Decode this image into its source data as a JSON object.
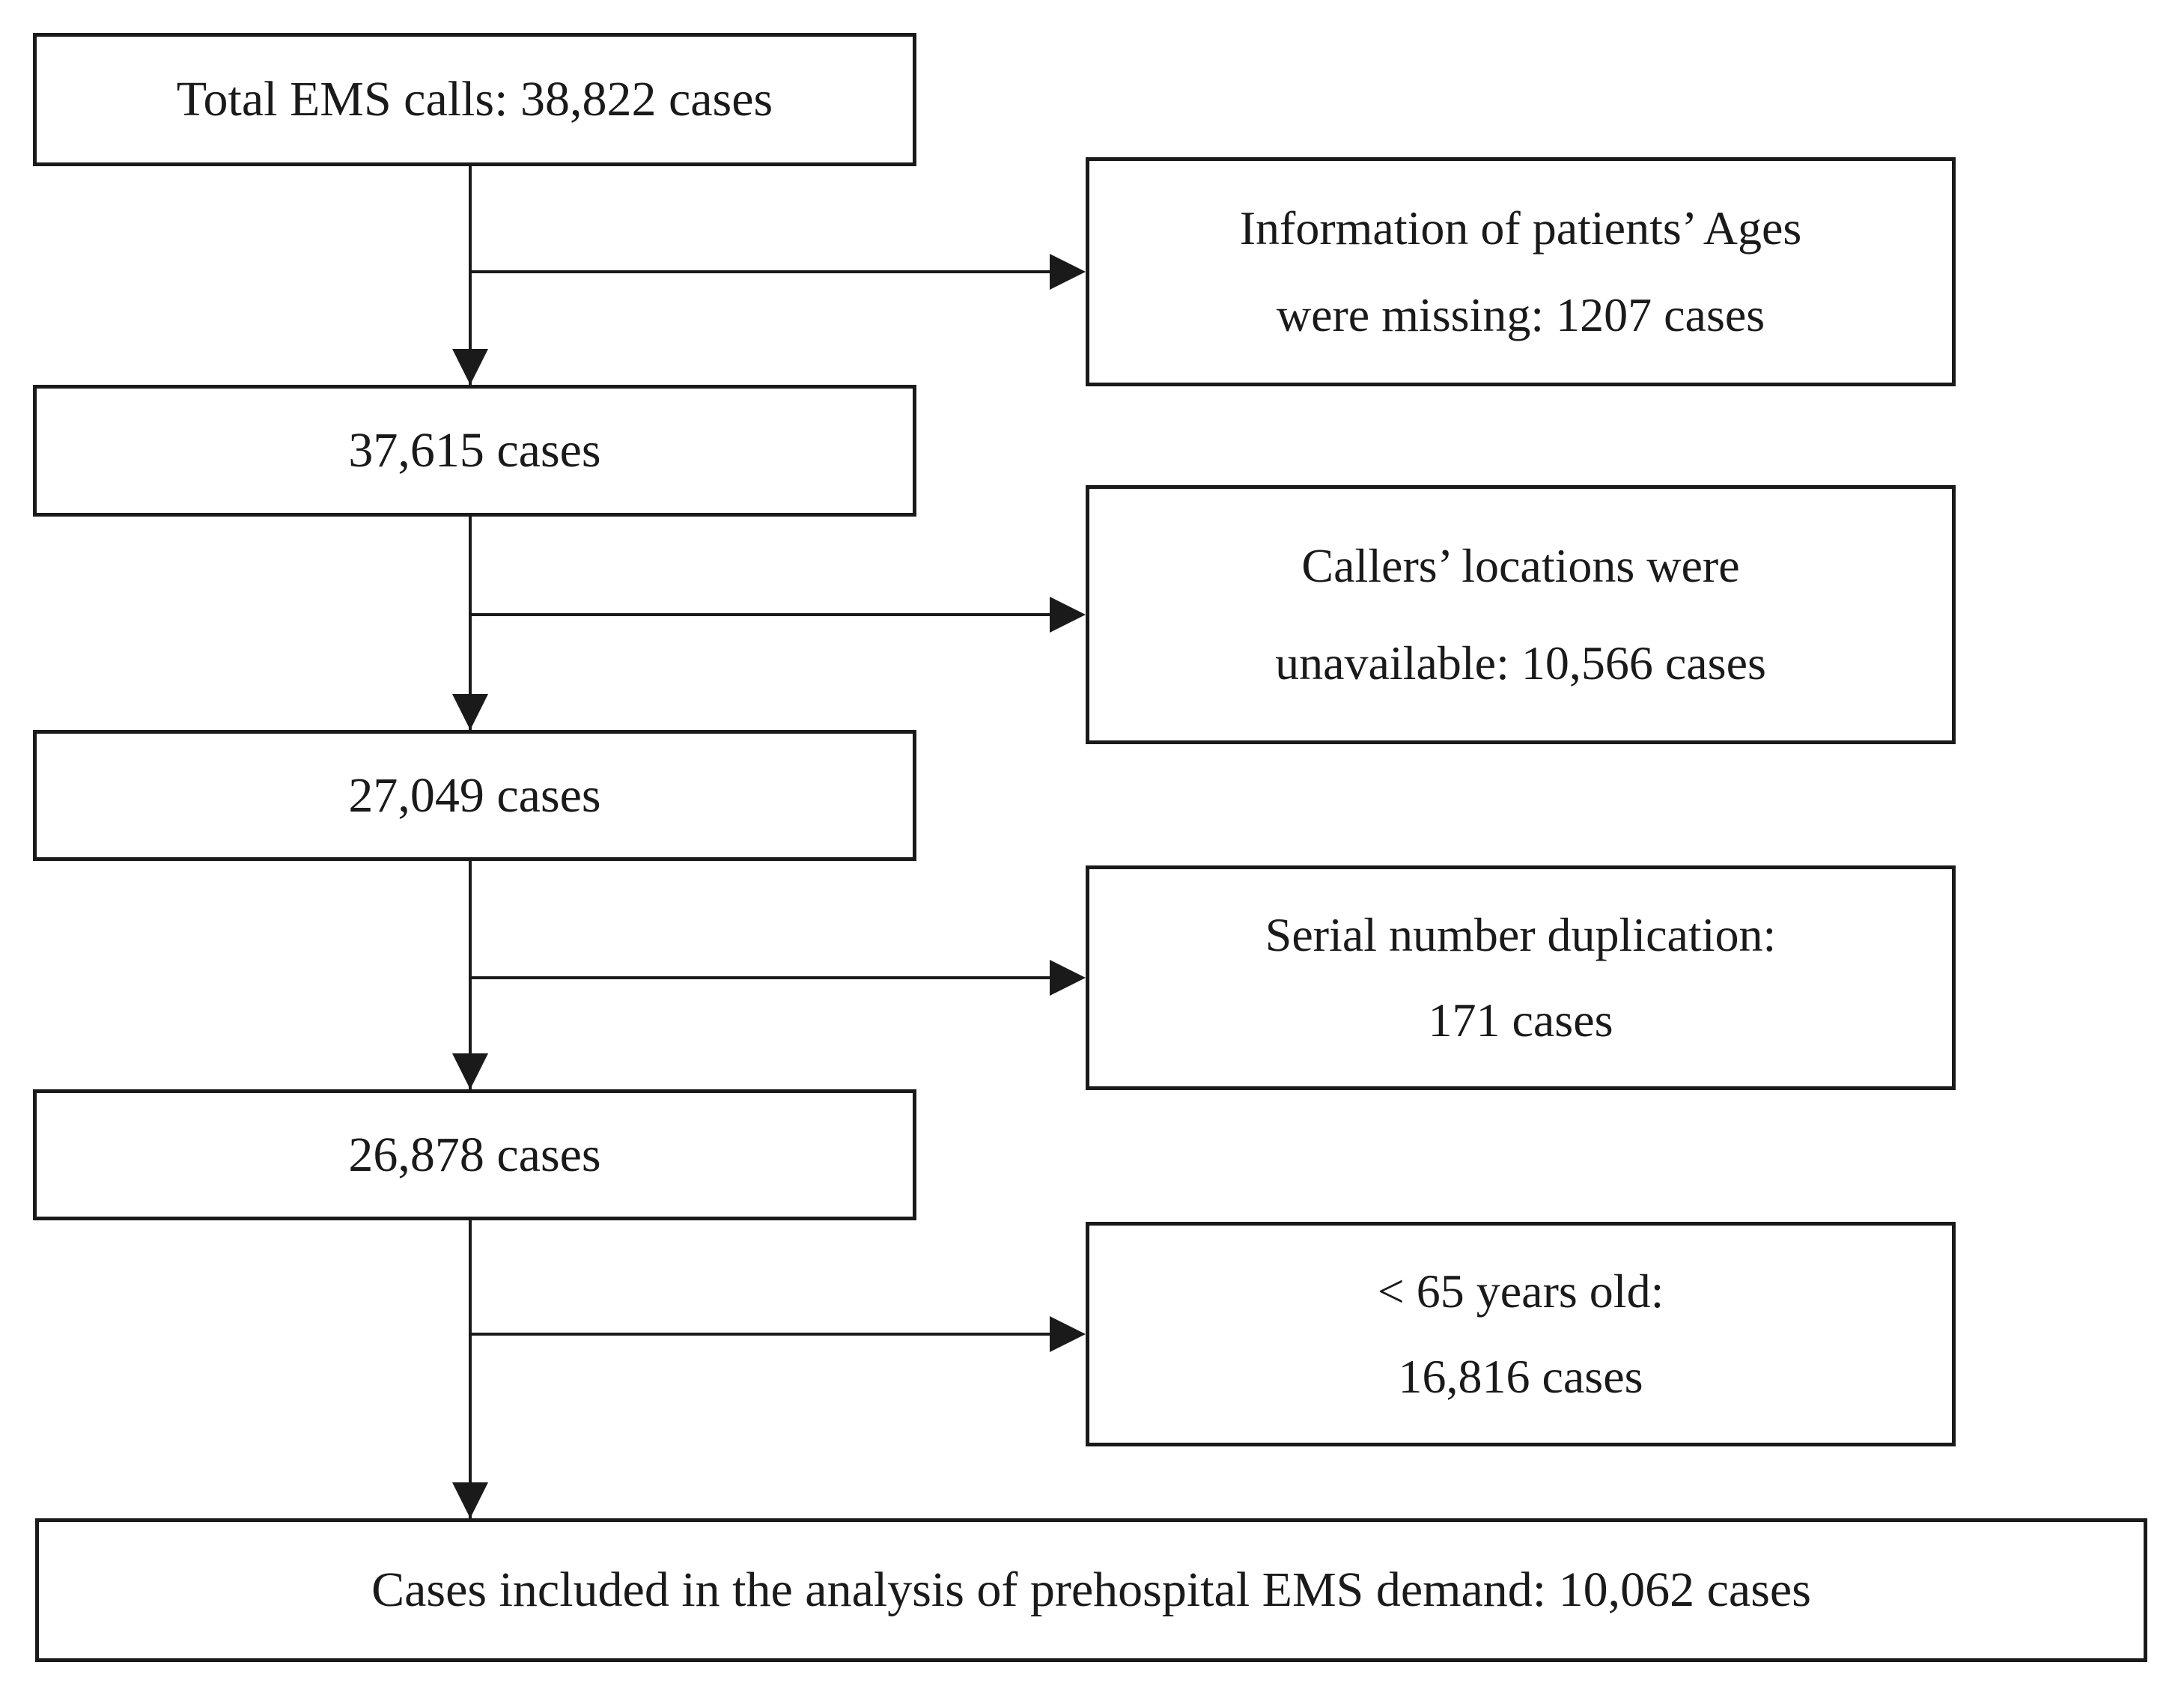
{
  "diagram": {
    "title": "EMS case selection flowchart",
    "colors": {
      "border": "#1a1a1a",
      "background": "#ffffff",
      "text": "#1a1a1a"
    },
    "main_flow": [
      {
        "label": "Total EMS calls: 38,822 cases"
      },
      {
        "label": "37,615 cases"
      },
      {
        "label": "27,049 cases"
      },
      {
        "label": "26,878 cases"
      },
      {
        "label": "Cases included in the analysis of prehospital EMS demand: 10,062 cases"
      }
    ],
    "exclusions": [
      {
        "line1": "Information of patients’ Ages",
        "line2": "were missing: 1207 cases"
      },
      {
        "line1": "Callers’ locations were",
        "line2": "unavailable: 10,566 cases"
      },
      {
        "line1": "Serial number duplication:",
        "line2": "171 cases"
      },
      {
        "line1": "<  65 years old:",
        "line2": "16,816 cases"
      }
    ]
  }
}
